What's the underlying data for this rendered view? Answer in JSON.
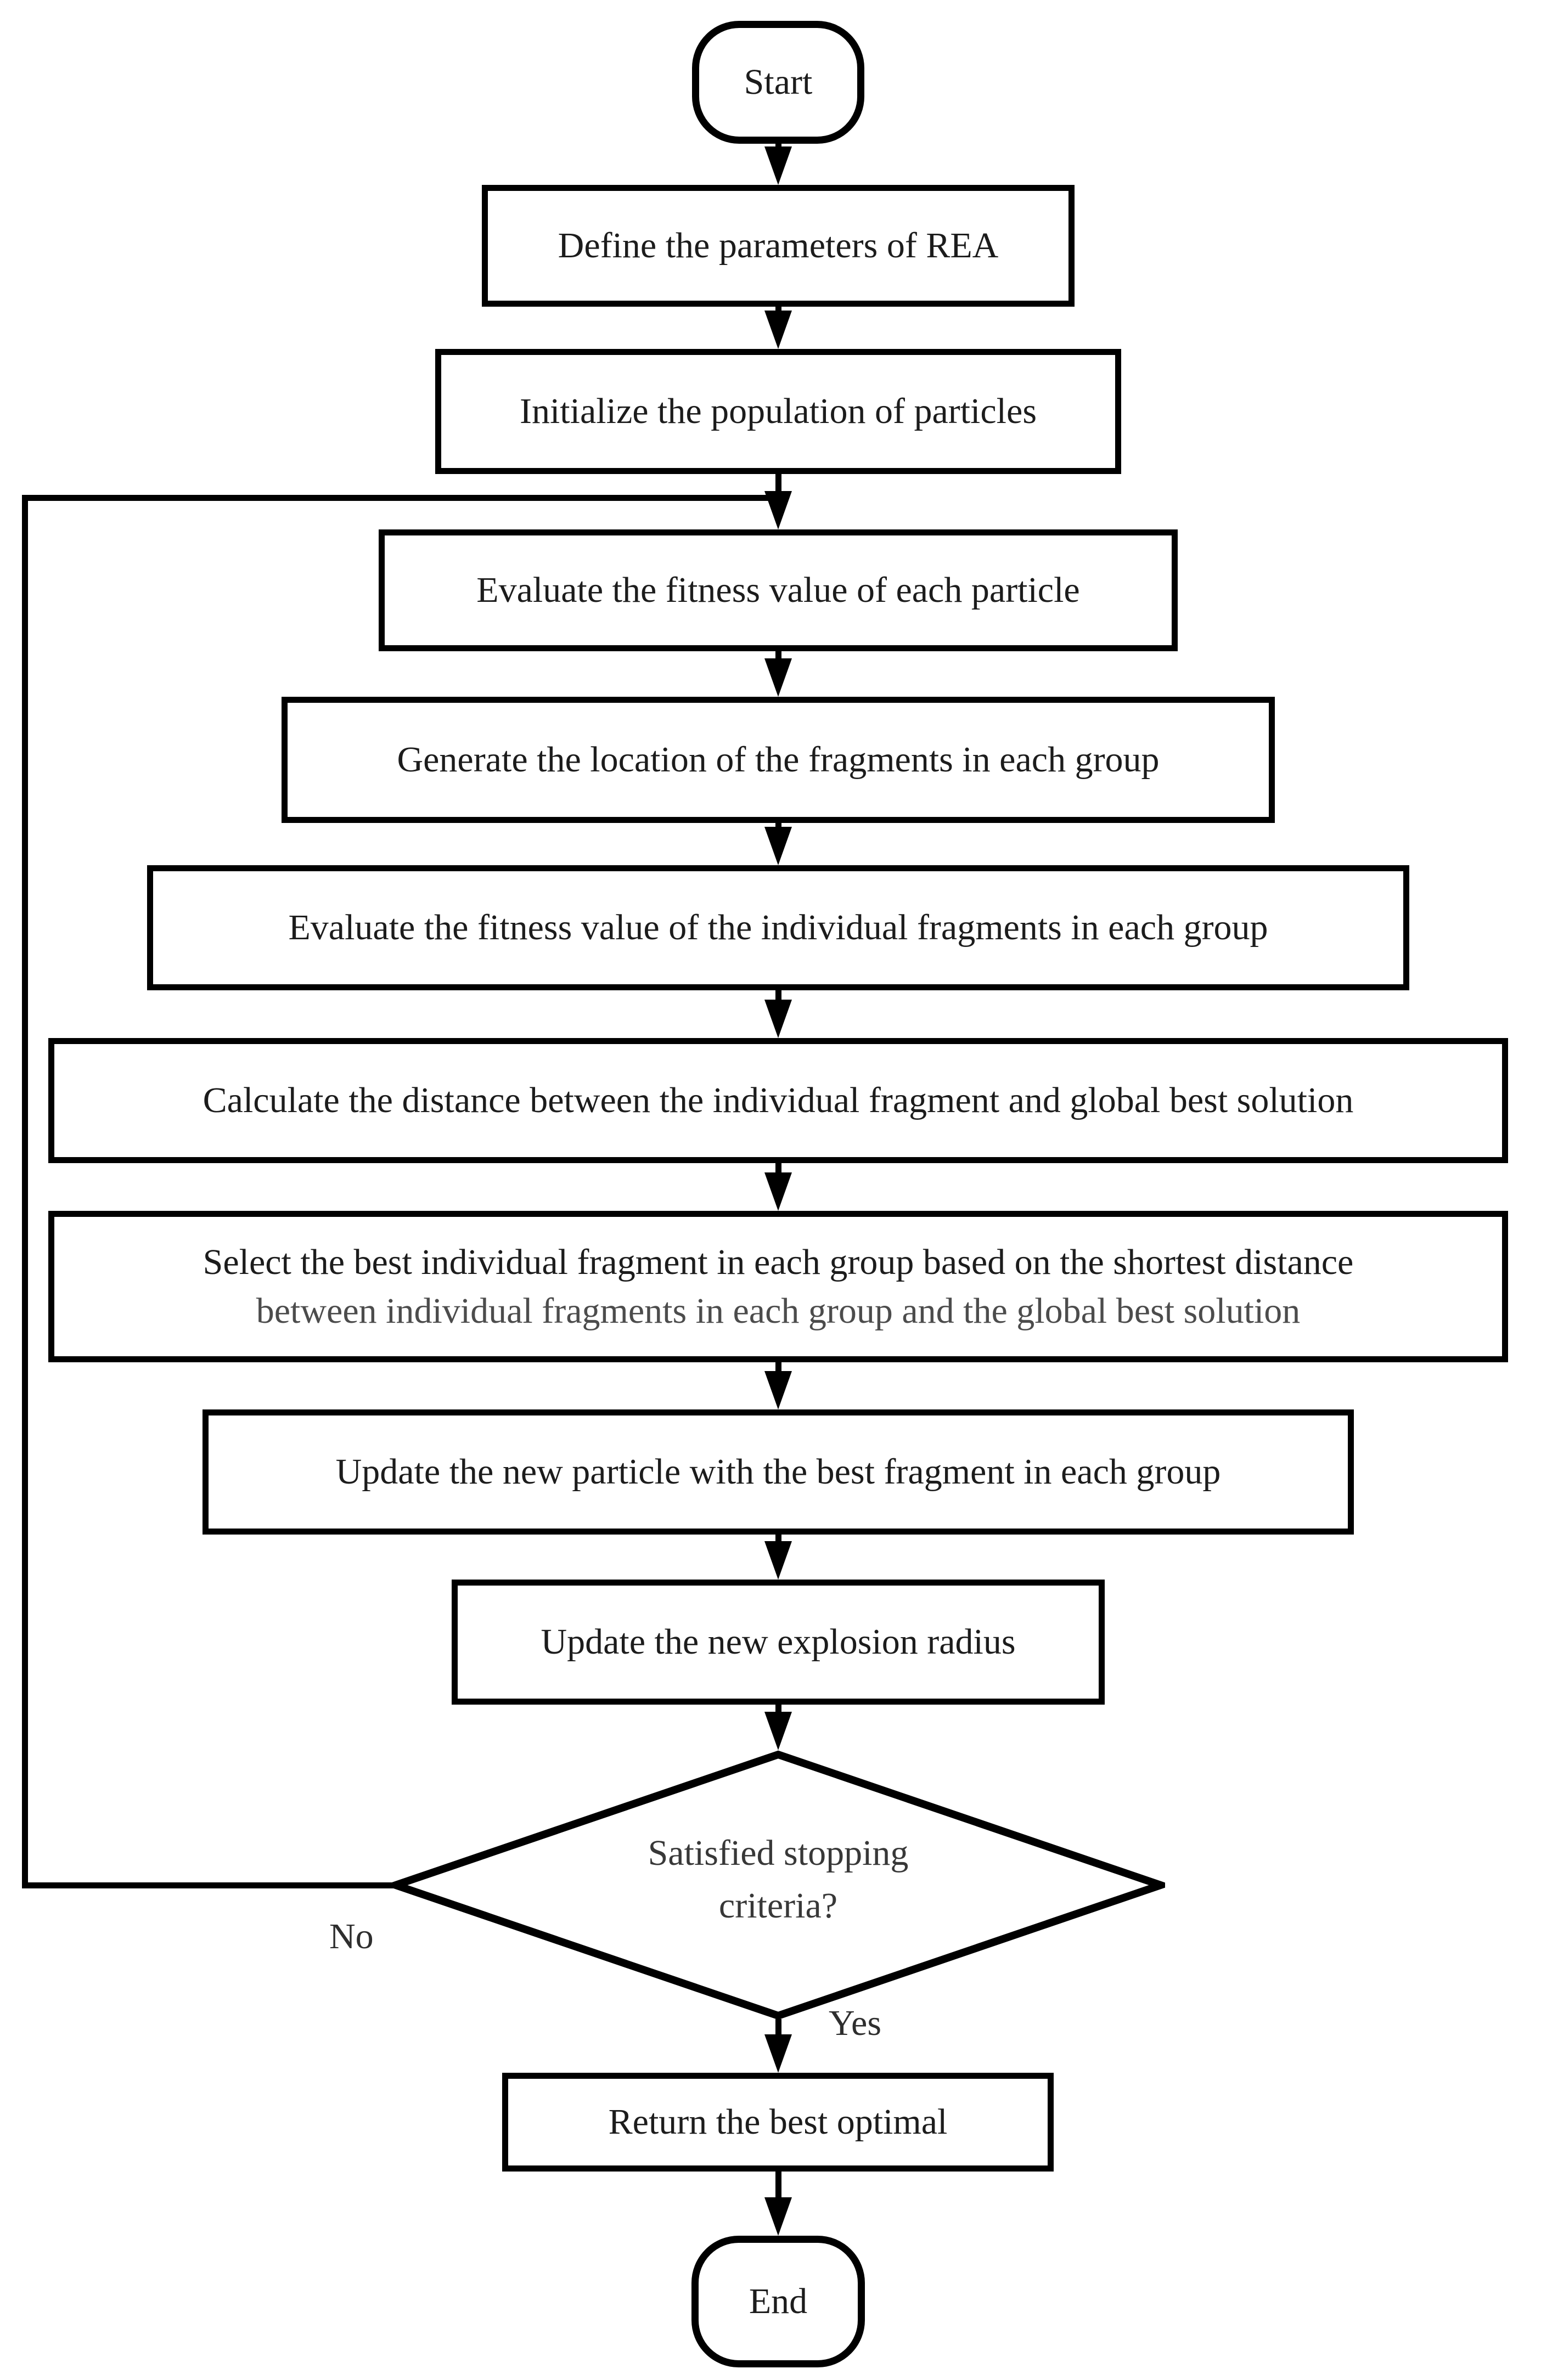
{
  "diagram": {
    "type": "flowchart",
    "colors": {
      "stroke": "#000000",
      "background": "#ffffff",
      "text": "#1c1c1c"
    },
    "nodes": {
      "start": {
        "shape": "rounded",
        "label": "Start"
      },
      "define_parameters": {
        "shape": "process",
        "label": "Define the parameters of REA"
      },
      "initialize_population": {
        "shape": "process",
        "label": "Initialize the population of particles"
      },
      "evaluate_particle_fitness": {
        "shape": "process",
        "label": "Evaluate the fitness value of each particle"
      },
      "generate_fragment_locations": {
        "shape": "process",
        "label": "Generate the location of the fragments in each group"
      },
      "evaluate_fragment_fitness": {
        "shape": "process",
        "label": "Evaluate the fitness value of the individual fragments in each group"
      },
      "calculate_distance": {
        "shape": "process",
        "label": "Calculate the distance between the individual fragment and global best solution"
      },
      "select_best_fragment": {
        "shape": "process",
        "line1": "Select the best individual fragment in each group based on the shortest distance",
        "line2": "between individual fragments in each group and the global best solution"
      },
      "update_particle": {
        "shape": "process",
        "label": "Update the new particle with the best fragment in each group"
      },
      "update_explosion_radius": {
        "shape": "process",
        "label": "Update the new explosion radius"
      },
      "stopping_criteria": {
        "shape": "decision",
        "line1": "Satisfied stopping",
        "line2": "criteria?"
      },
      "return_best_optimal": {
        "shape": "process",
        "label": "Return the best optimal"
      },
      "end": {
        "shape": "rounded",
        "label": "End"
      }
    },
    "edge_labels": {
      "no": "No",
      "yes": "Yes"
    },
    "edges": [
      "start -> define_parameters",
      "define_parameters -> initialize_population",
      "initialize_population -> evaluate_particle_fitness",
      "evaluate_particle_fitness -> generate_fragment_locations",
      "generate_fragment_locations -> evaluate_fragment_fitness",
      "evaluate_fragment_fitness -> calculate_distance",
      "calculate_distance -> select_best_fragment",
      "select_best_fragment -> update_particle",
      "update_particle -> update_explosion_radius",
      "update_explosion_radius -> stopping_criteria",
      "stopping_criteria -No-> evaluate_particle_fitness",
      "stopping_criteria -Yes-> return_best_optimal",
      "return_best_optimal -> end"
    ]
  }
}
